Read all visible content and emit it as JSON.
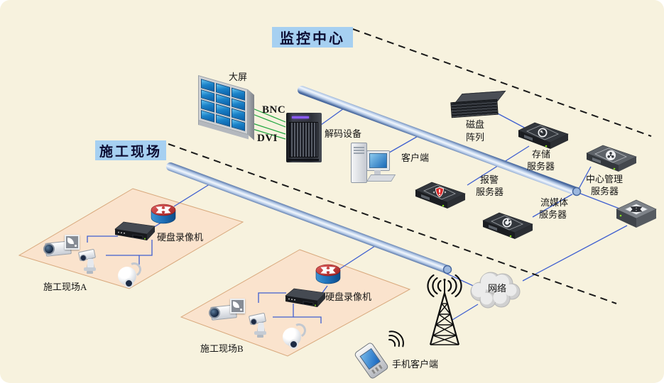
{
  "colors": {
    "background": "#F7F2DE",
    "header_bg": "#A6D0F1",
    "header_text": "#0D0D33",
    "zone_fill": "#FAE3CD",
    "zone_border": "#D8A87C",
    "pipe_edge": "#47679D",
    "pipe_core": "#F2F7FD",
    "line_blue": "#3F5FD0",
    "line_green": "#1DA53C",
    "dash_black": "#1A1A1A",
    "alarm_red": "#D92B2B",
    "router_red": "#C73B3B",
    "router_blue": "#1E6FB8",
    "screen_blue": "#1580C8"
  },
  "headers": {
    "monitoring_center": "监控中心",
    "construction_site": "施工现场"
  },
  "monitoring_center": {
    "big_screen_label": "大屏",
    "bnc_label": "BNC",
    "dvi_label": "DVI",
    "decoder_label": "解码设备",
    "client_label": "客户端",
    "disk_array_label_line1": "磁盘",
    "disk_array_label_line2": "阵列",
    "storage_server_label_line1": "存储",
    "storage_server_label_line2": "服务器",
    "alarm_server_label_line1": "报警",
    "alarm_server_label_line2": "服务器",
    "stream_server_label_line1": "流媒体",
    "stream_server_label_line2": "服务器",
    "central_server_label_line1": "中心管理",
    "central_server_label_line2": "服务器"
  },
  "sites": {
    "site_a": {
      "dvr_label": "硬盘录像机",
      "name_label": "施工现场A"
    },
    "site_b": {
      "dvr_label": "硬盘录像机",
      "name_label": "施工现场B"
    }
  },
  "wan": {
    "cloud_label": "网络",
    "mobile_label": "手机客户端"
  },
  "icons": {
    "alarm_shield_icon": "red-shield-exclamation",
    "storage_disk_icon": "disk-platter",
    "central_reel_icon": "film-reel",
    "stream_swirl_icon": "circular-swirl",
    "switch_arrows_icon": "crossing-arrows",
    "router_arrows_icon": "crossing-arrows",
    "camera_badge_icon": "camera-glyph",
    "tower_waves_icon": "radio-waves",
    "phone_waves_icon": "radio-waves"
  }
}
